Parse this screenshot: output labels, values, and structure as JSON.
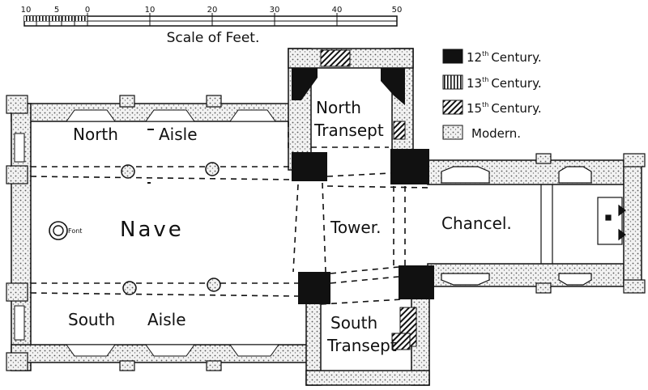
{
  "scale": {
    "title": "Scale of Feet.",
    "ticks": [
      "10",
      "5",
      "0",
      "10",
      "20",
      "30",
      "40",
      "50"
    ]
  },
  "legend": [
    {
      "num": "12",
      "sup": "th",
      "text": "Century.",
      "pattern": "solid"
    },
    {
      "num": "13",
      "sup": "th",
      "text": "Century.",
      "pattern": "vertical"
    },
    {
      "num": "15",
      "sup": "th",
      "text": "Century.",
      "pattern": "diagonal"
    },
    {
      "num": "",
      "sup": "",
      "text": "Modern.",
      "pattern": "dots"
    }
  ],
  "rooms": {
    "north_aisle_a": "North",
    "north_aisle_b": "Aisle",
    "nave": "Nave",
    "font": "Font",
    "south_aisle_a": "South",
    "south_aisle_b": "Aisle",
    "north_transept_a": "North",
    "north_transept_b": "Transept",
    "tower": "Tower.",
    "chancel": "Chancel.",
    "south_transept_a": "South",
    "south_transept_b": "Transept"
  }
}
